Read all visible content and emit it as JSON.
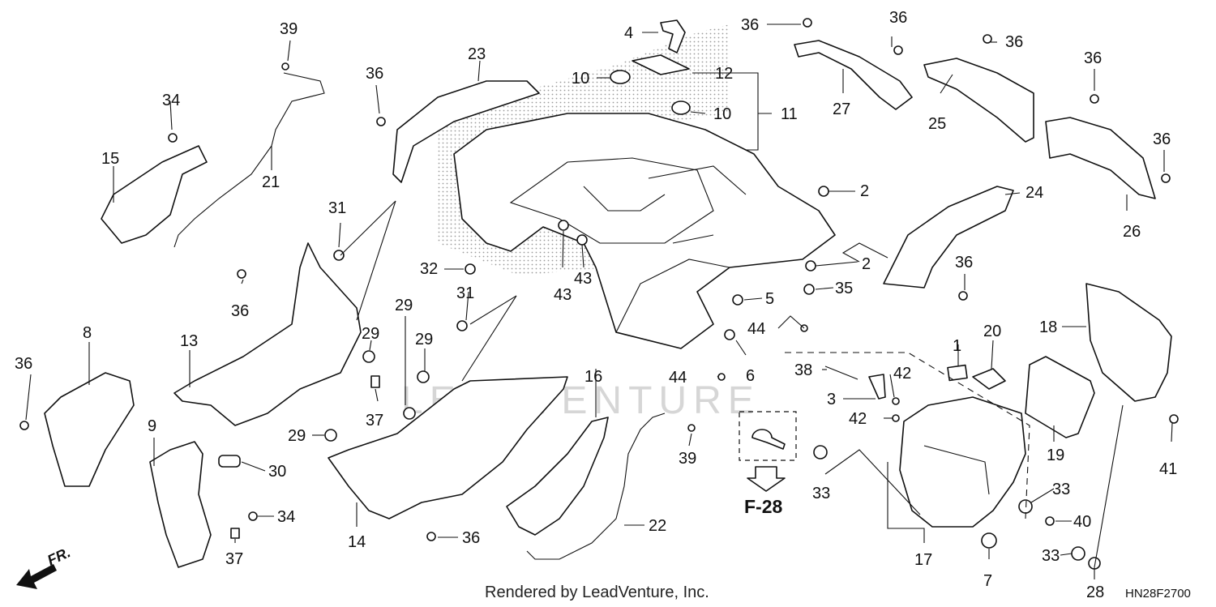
{
  "diagram": {
    "footer": "Rendered by LeadVenture, Inc.",
    "drawing_id": "HN28F2700",
    "reference_code": "F-28",
    "direction_label": "FR.",
    "watermark": "LEADVENTURE",
    "part_numbers": [
      {
        "id": "n4",
        "text": "4"
      },
      {
        "id": "n36a",
        "text": "36"
      },
      {
        "id": "n36b",
        "text": "36"
      },
      {
        "id": "n36c",
        "text": "36"
      },
      {
        "id": "n39a",
        "text": "39"
      },
      {
        "id": "n23",
        "text": "23"
      },
      {
        "id": "n10a",
        "text": "10"
      },
      {
        "id": "n12",
        "text": "12"
      },
      {
        "id": "n36d",
        "text": "36"
      },
      {
        "id": "n27",
        "text": "27"
      },
      {
        "id": "n25",
        "text": "25"
      },
      {
        "id": "n36e",
        "text": "36"
      },
      {
        "id": "n34a",
        "text": "34"
      },
      {
        "id": "n10b",
        "text": "10"
      },
      {
        "id": "n11",
        "text": "11"
      },
      {
        "id": "n36f",
        "text": "36"
      },
      {
        "id": "n15",
        "text": "15"
      },
      {
        "id": "n21",
        "text": "21"
      },
      {
        "id": "n26",
        "text": "26"
      },
      {
        "id": "n2a",
        "text": "2"
      },
      {
        "id": "n24",
        "text": "24"
      },
      {
        "id": "n31a",
        "text": "31"
      },
      {
        "id": "n2b",
        "text": "2"
      },
      {
        "id": "n32",
        "text": "32"
      },
      {
        "id": "n36g",
        "text": "36"
      },
      {
        "id": "n43a",
        "text": "43"
      },
      {
        "id": "n36h",
        "text": "36"
      },
      {
        "id": "n35",
        "text": "35"
      },
      {
        "id": "n31b",
        "text": "31"
      },
      {
        "id": "n5",
        "text": "5"
      },
      {
        "id": "n43b",
        "text": "43"
      },
      {
        "id": "n29a",
        "text": "29"
      },
      {
        "id": "n44a",
        "text": "44"
      },
      {
        "id": "n18",
        "text": "18"
      },
      {
        "id": "n8",
        "text": "8"
      },
      {
        "id": "n13",
        "text": "13"
      },
      {
        "id": "n29b",
        "text": "29"
      },
      {
        "id": "n29c",
        "text": "29"
      },
      {
        "id": "n6",
        "text": "6"
      },
      {
        "id": "n1",
        "text": "1"
      },
      {
        "id": "n20",
        "text": "20"
      },
      {
        "id": "n36i",
        "text": "36"
      },
      {
        "id": "n16",
        "text": "16"
      },
      {
        "id": "n44b",
        "text": "44"
      },
      {
        "id": "n38",
        "text": "38"
      },
      {
        "id": "n42a",
        "text": "42"
      },
      {
        "id": "n37a",
        "text": "37"
      },
      {
        "id": "n3",
        "text": "3"
      },
      {
        "id": "n42b",
        "text": "42"
      },
      {
        "id": "n29d",
        "text": "29"
      },
      {
        "id": "n9",
        "text": "9"
      },
      {
        "id": "n39b",
        "text": "39"
      },
      {
        "id": "n19",
        "text": "19"
      },
      {
        "id": "n41",
        "text": "41"
      },
      {
        "id": "n30",
        "text": "30"
      },
      {
        "id": "n33a",
        "text": "33"
      },
      {
        "id": "n33b",
        "text": "33"
      },
      {
        "id": "n34b",
        "text": "34"
      },
      {
        "id": "n22",
        "text": "22"
      },
      {
        "id": "n40",
        "text": "40"
      },
      {
        "id": "n14",
        "text": "14"
      },
      {
        "id": "n36j",
        "text": "36"
      },
      {
        "id": "n17",
        "text": "17"
      },
      {
        "id": "n33c",
        "text": "33"
      },
      {
        "id": "n37b",
        "text": "37"
      },
      {
        "id": "n7",
        "text": "7"
      },
      {
        "id": "n28",
        "text": "28"
      }
    ]
  }
}
